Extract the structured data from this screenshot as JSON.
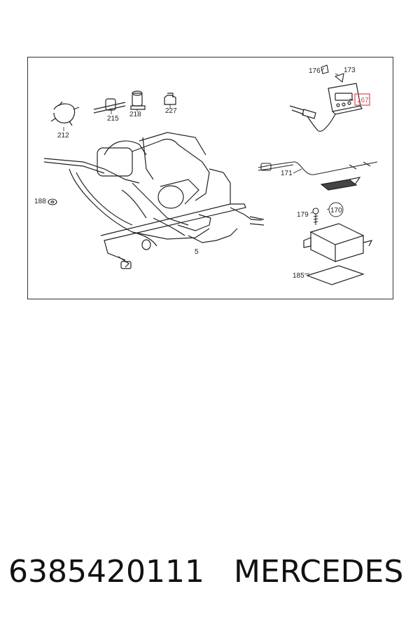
{
  "diagram": {
    "callouts": {
      "c176": "176",
      "c173": "173",
      "c167": "167",
      "c212": "212",
      "c215": "215",
      "c218": "218",
      "c227": "227",
      "c171": "171",
      "c188": "188",
      "c179": "179",
      "c170": "170",
      "c5": "5",
      "c185": "185"
    },
    "highlight_color": "#e0474c"
  },
  "footer": {
    "part_number": "6385420111",
    "brand": "MERCEDES"
  }
}
